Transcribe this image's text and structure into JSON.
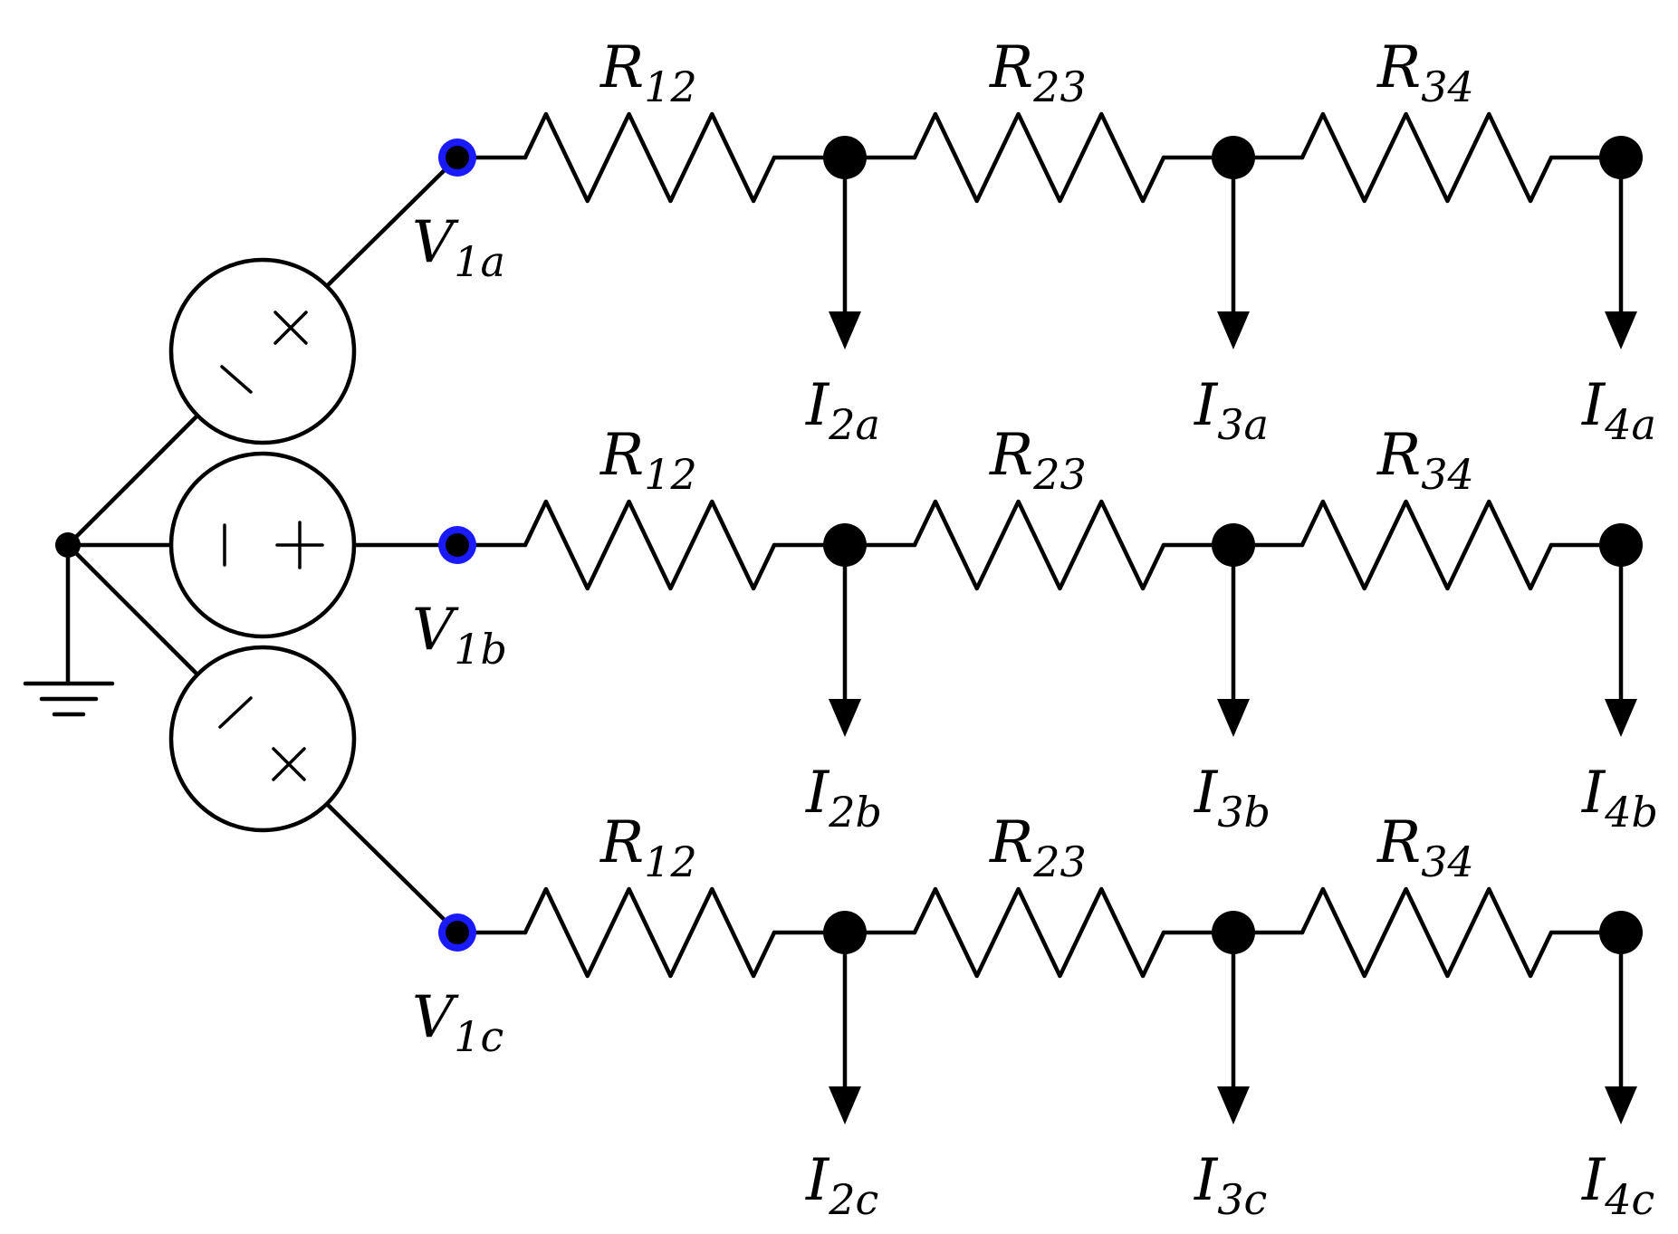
{
  "colors": {
    "line": "#000000",
    "terminal": "#1a1aff",
    "background": "#ffffff"
  },
  "phases": [
    {
      "terminal": {
        "main": "V",
        "sub": "1a"
      },
      "resistors": [
        {
          "main": "R",
          "sub": "12"
        },
        {
          "main": "R",
          "sub": "23"
        },
        {
          "main": "R",
          "sub": "34"
        }
      ],
      "currents": [
        {
          "main": "I",
          "sub": "2a"
        },
        {
          "main": "I",
          "sub": "3a"
        },
        {
          "main": "I",
          "sub": "4a"
        }
      ]
    },
    {
      "terminal": {
        "main": "V",
        "sub": "1b"
      },
      "resistors": [
        {
          "main": "R",
          "sub": "12"
        },
        {
          "main": "R",
          "sub": "23"
        },
        {
          "main": "R",
          "sub": "34"
        }
      ],
      "currents": [
        {
          "main": "I",
          "sub": "2b"
        },
        {
          "main": "I",
          "sub": "3b"
        },
        {
          "main": "I",
          "sub": "4b"
        }
      ]
    },
    {
      "terminal": {
        "main": "V",
        "sub": "1c"
      },
      "resistors": [
        {
          "main": "R",
          "sub": "12"
        },
        {
          "main": "R",
          "sub": "23"
        },
        {
          "main": "R",
          "sub": "34"
        }
      ],
      "currents": [
        {
          "main": "I",
          "sub": "2c"
        },
        {
          "main": "I",
          "sub": "3c"
        },
        {
          "main": "I",
          "sub": "4c"
        }
      ]
    }
  ]
}
